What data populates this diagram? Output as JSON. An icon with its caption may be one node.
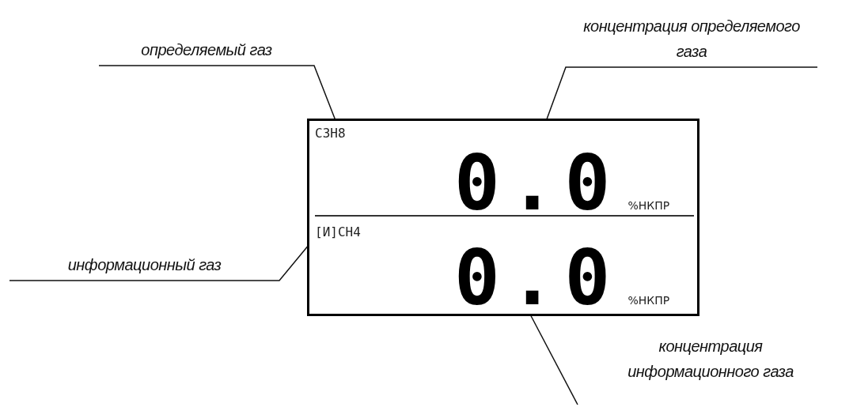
{
  "diagram": {
    "nodes": [
      {
        "text": [
          "определяемый газ"
        ]
      },
      {
        "text": [
          "концентрация определяемого газа"
        ]
      },
      {
        "text": [
          "информационный газ"
        ]
      },
      {
        "text": [
          "концентрация информационного газа"
        ]
      },
      {
        "text": [],
        "shape": "box"
      },
      {
        "text": [
          "C3H8"
        ],
        "in": 4
      },
      {
        "text": [
          "0.0"
        ],
        "beside": [
          "%НКПР"
        ],
        "in": 4
      },
      {
        "text": [
          "[И]CH4"
        ],
        "in": 4
      },
      {
        "text": [
          "0.0"
        ],
        "beside": [
          "%НКПР"
        ],
        "in": 4
      }
    ],
    "edges": [
      {
        "from": 0,
        "to": 5,
        "arrow": "none"
      },
      {
        "from": 1,
        "to": 6,
        "arrow": "none"
      },
      {
        "from": 2,
        "to": 7,
        "arrow": "none"
      },
      {
        "from": 3,
        "to": 8,
        "arrow": "none"
      }
    ]
  }
}
